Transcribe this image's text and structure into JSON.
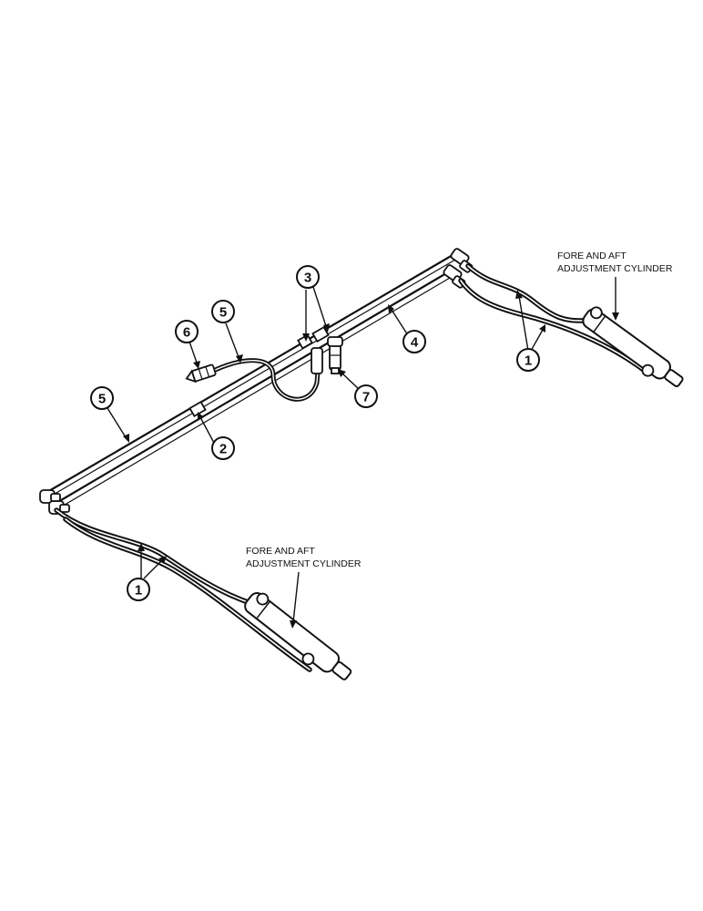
{
  "labels": {
    "cylinder_right_line1": "FORE AND AFT",
    "cylinder_right_line2": "ADJUSTMENT CYLINDER",
    "cylinder_left_line1": "FORE AND AFT",
    "cylinder_left_line2": "ADJUSTMENT CYLINDER"
  },
  "callouts": {
    "c1_right": "1",
    "c1_left": "1",
    "c2": "2",
    "c3": "3",
    "c4": "4",
    "c5_upper": "5",
    "c5_lower": "5",
    "c6": "6",
    "c7": "7"
  }
}
